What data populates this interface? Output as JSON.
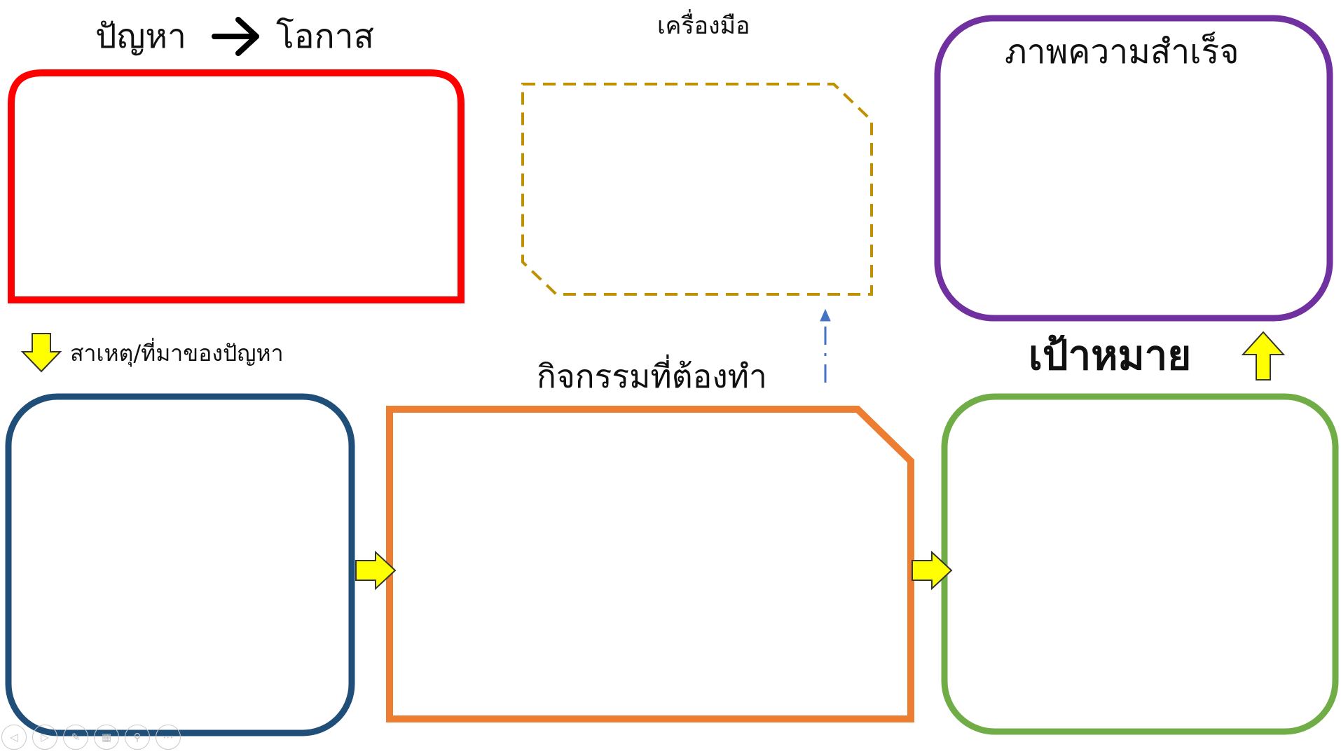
{
  "labels": {
    "problem_title": "ปัญหา",
    "opportunity_title": "โอกาส",
    "tools_title": "เครื่องมือ",
    "success_title": "ภาพความสำเร็จ",
    "cause_title": "สาเหตุ/ที่มาของปัญหา",
    "activities_title": "กิจกรรมที่ต้องทำ",
    "goal_title": "เป้าหมาย"
  },
  "colors": {
    "problem_box": "#ff0000",
    "tools_box": "#bf9000",
    "success_box": "#7030a0",
    "cause_box": "#1f4e79",
    "activities_box": "#ed7d31",
    "goal_box": "#70ad47",
    "arrow_fill": "#ffff00",
    "dashed_arrow": "#4472c4",
    "title_arrow": "#000000"
  },
  "slide_nav": {
    "icons": [
      "previous-icon",
      "next-icon",
      "pen-icon",
      "slides-grid-icon",
      "zoom-icon",
      "more-icon"
    ],
    "glyphs": [
      "◁",
      "▷",
      "✎",
      "▦",
      "⚲",
      "⋯"
    ]
  }
}
